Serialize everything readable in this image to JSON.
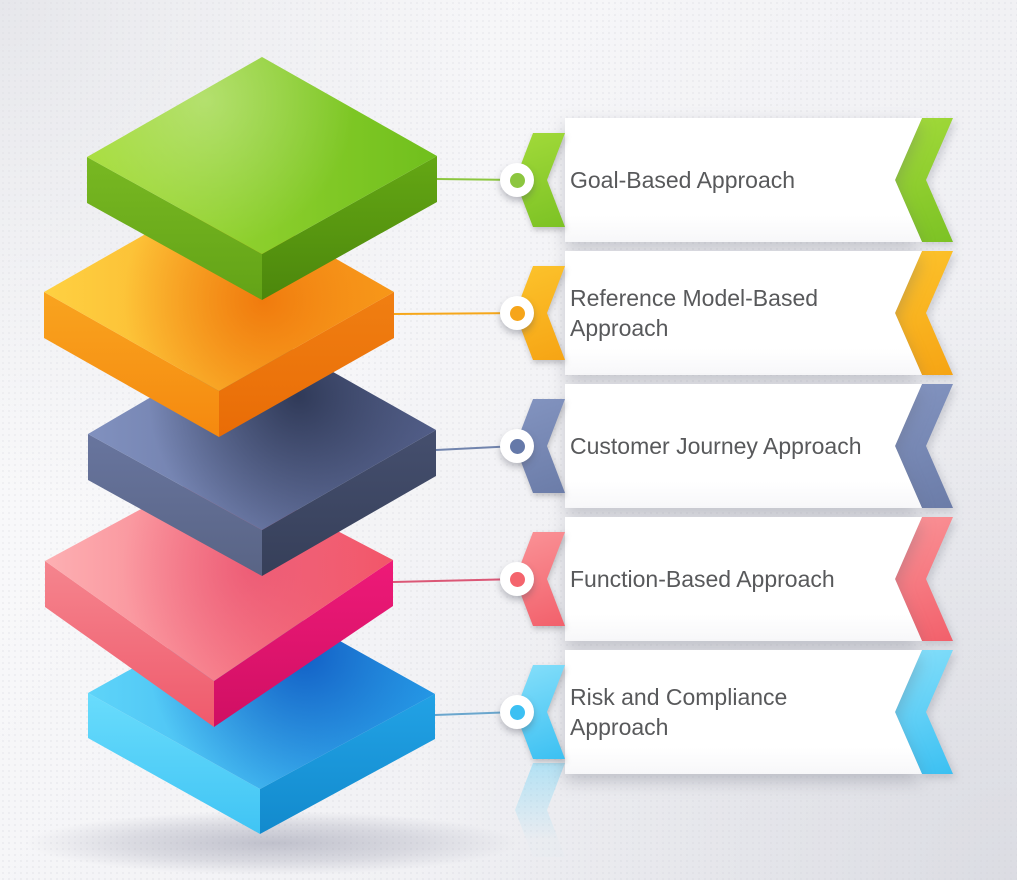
{
  "items": [
    {
      "label": "Goal-Based Approach",
      "color": "#8cc63f"
    },
    {
      "label": "Reference Model-Based Approach",
      "color": "#f6a51a"
    },
    {
      "label": "Customer Journey Approach",
      "color": "#6d7fa9"
    },
    {
      "label": "Function-Based Approach",
      "color": "#f4646d"
    },
    {
      "label": "Risk and Compliance Approach",
      "color": "#3cc0f3"
    }
  ]
}
